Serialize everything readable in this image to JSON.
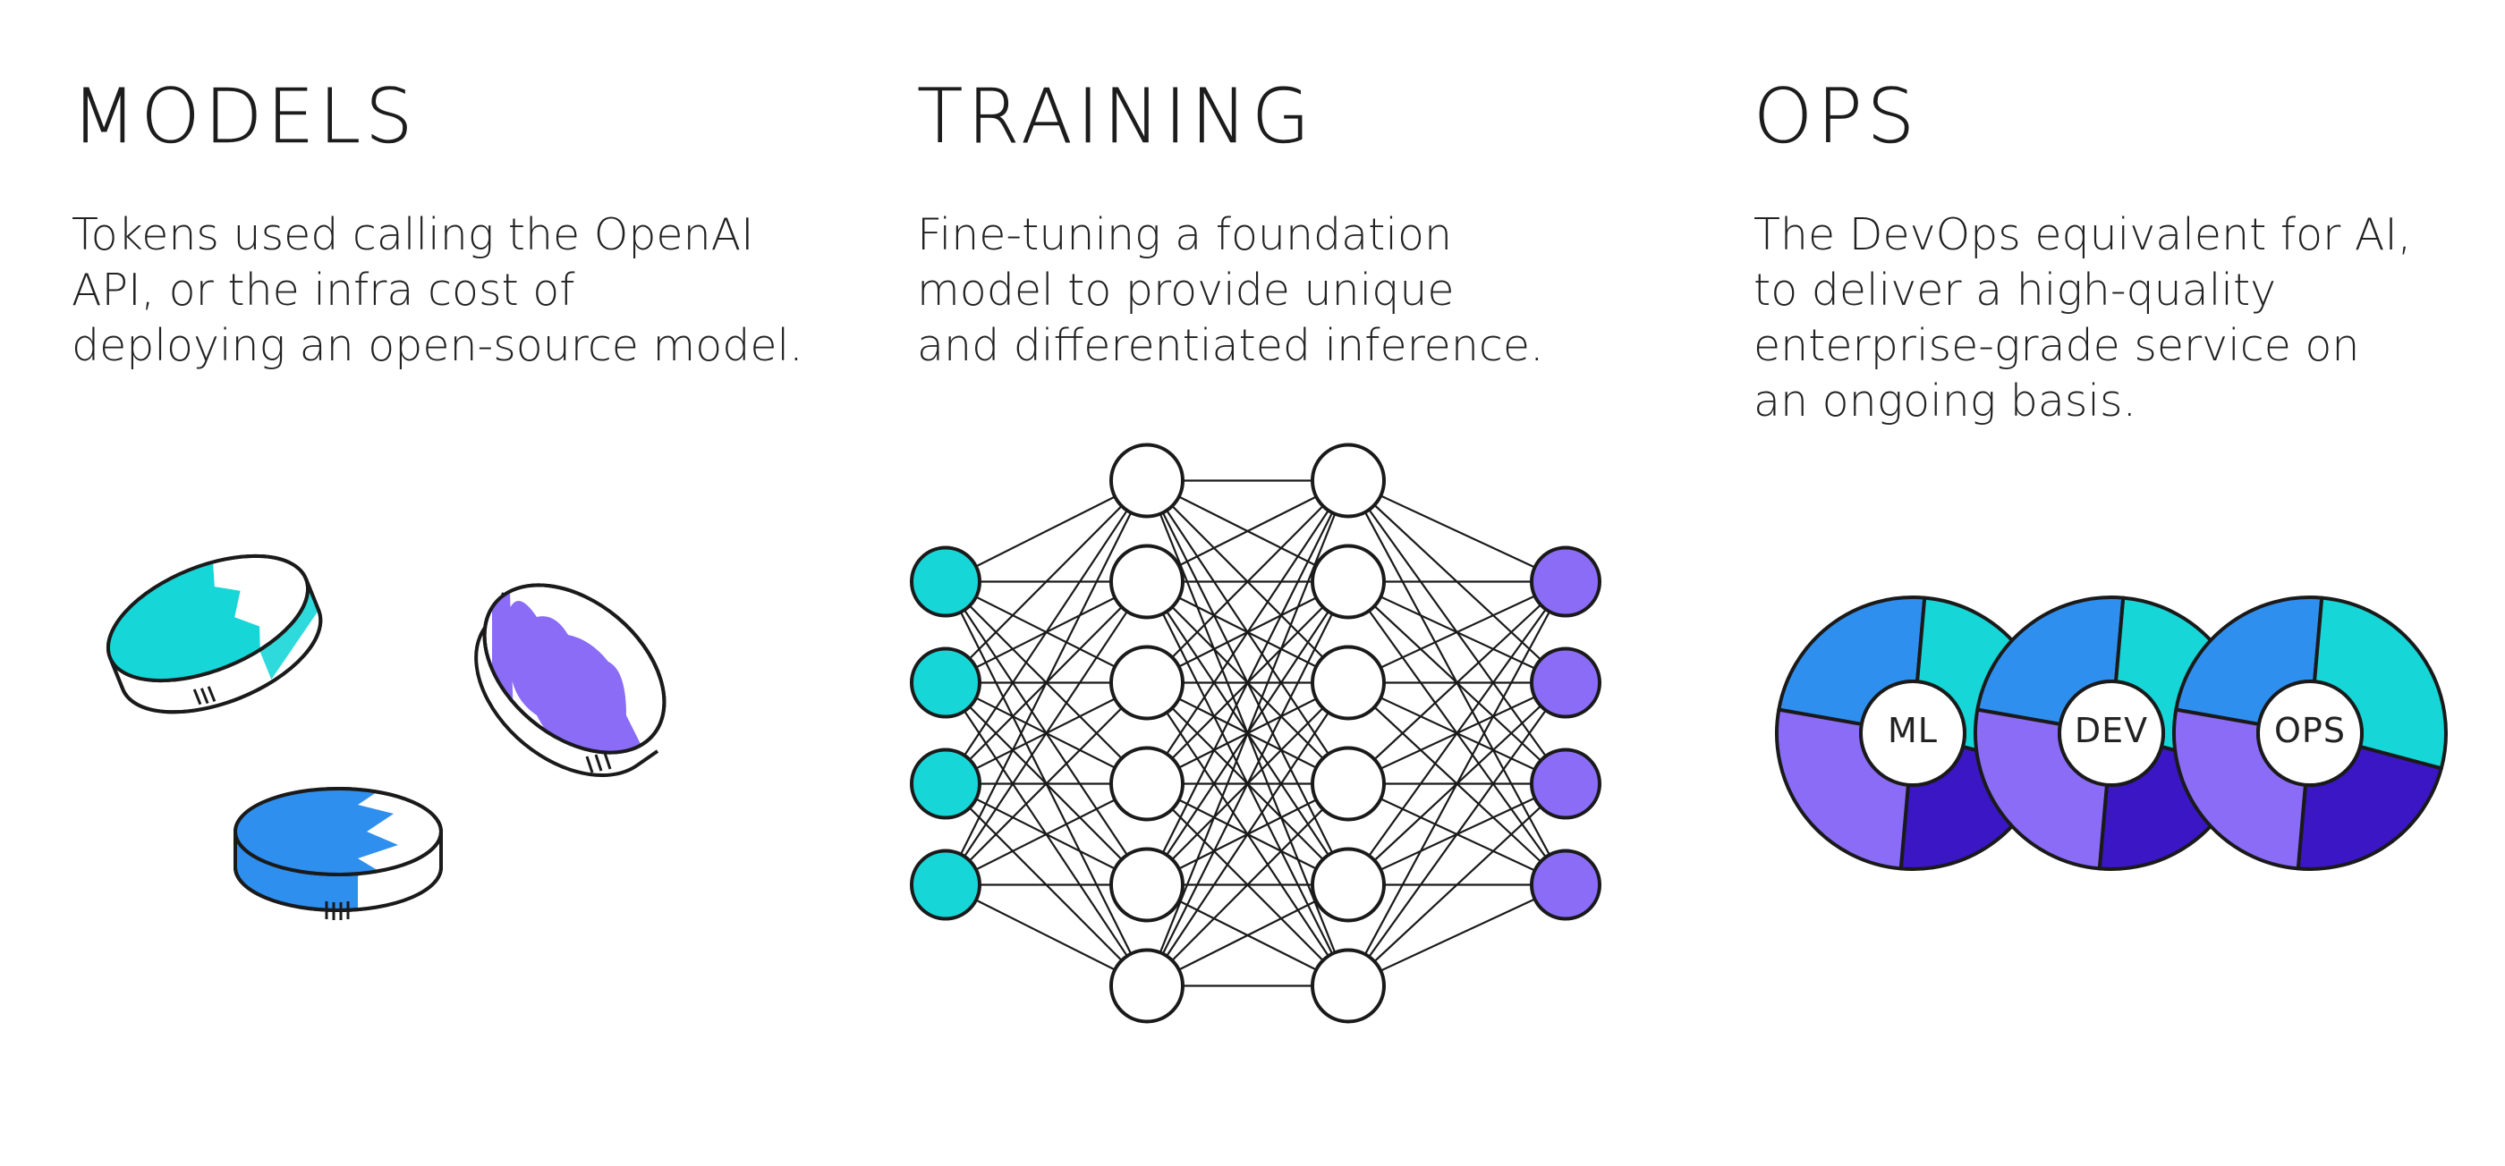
{
  "columns": {
    "models": {
      "heading": "MODELS",
      "description": [
        "Tokens used calling the OpenAI",
        "API, or the infra cost of",
        "deploying an open-source model."
      ]
    },
    "training": {
      "heading": "TRAINING",
      "description": [
        "Fine-tuning a foundation",
        "model to provide unique",
        "and differentiated inference."
      ]
    },
    "ops": {
      "heading": "OPS",
      "description": [
        "The DevOps equivalent for AI,",
        "to deliver a high-quality",
        "enterprise-grade service on",
        "an ongoing basis."
      ]
    }
  },
  "rings": {
    "labels": [
      "ML",
      "DEV",
      "OPS"
    ]
  },
  "network": {
    "layers": [
      4,
      6,
      6,
      4
    ]
  },
  "colors": {
    "teal": "#17d6d8",
    "blue": "#2f8fee",
    "purple": "#8b6cf7",
    "indigo": "#3a16c4",
    "outline": "#1a1a1a"
  }
}
